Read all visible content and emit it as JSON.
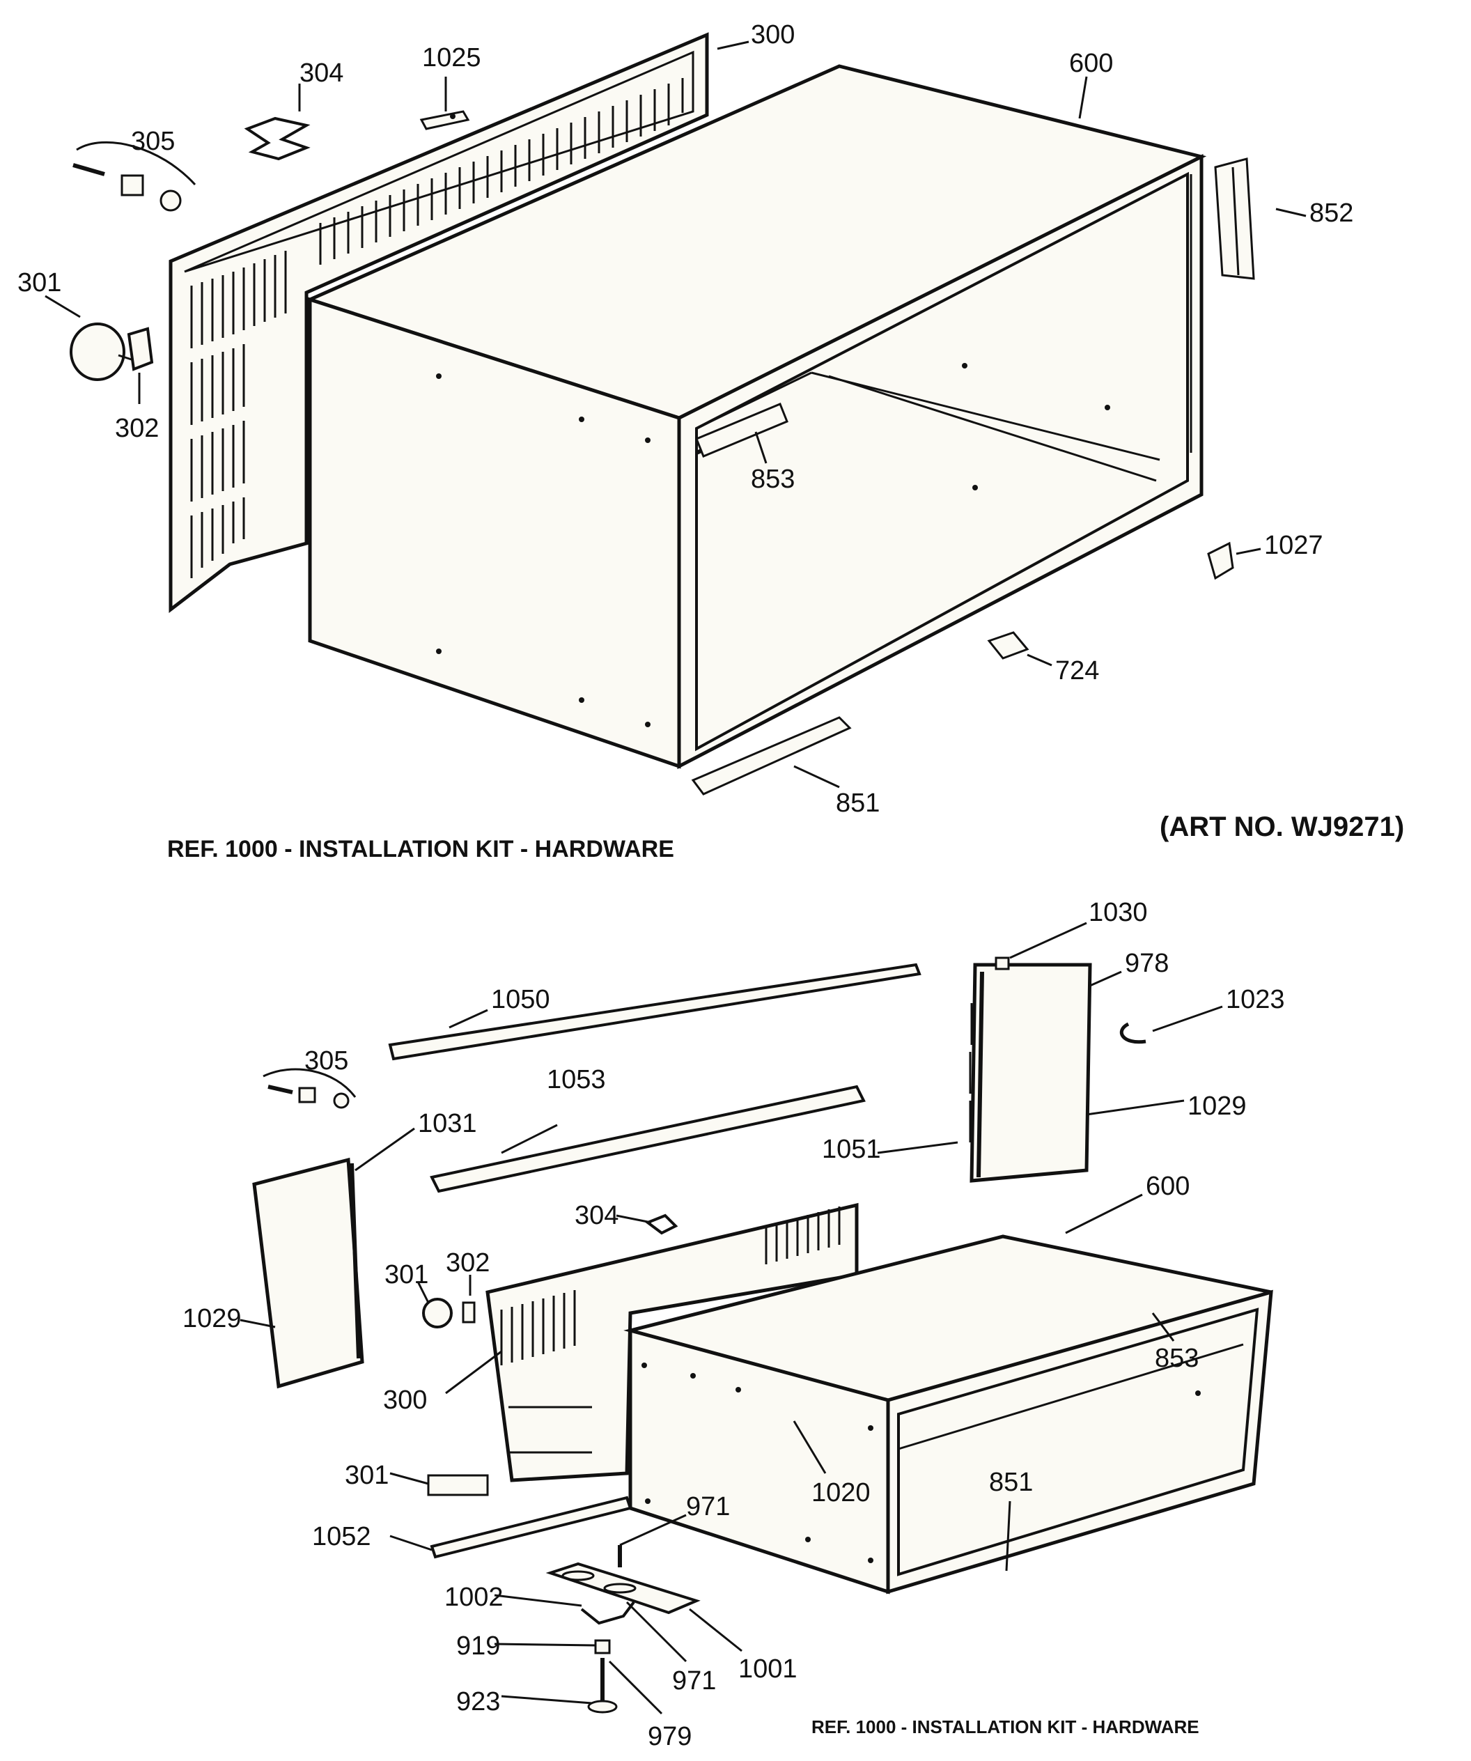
{
  "top_diagram": {
    "caption": "REF. 1000 - INSTALLATION KIT - HARDWARE",
    "art_no": "(ART NO. WJ9271)",
    "labels": {
      "p300": "300",
      "p304": "304",
      "p1025": "1025",
      "p600": "600",
      "p305": "305",
      "p852": "852",
      "p301": "301",
      "p302": "302",
      "p853": "853",
      "p1027": "1027",
      "p724": "724",
      "p851": "851"
    }
  },
  "bottom_diagram": {
    "caption": "REF. 1000 - INSTALLATION KIT - HARDWARE",
    "labels": {
      "p1030": "1030",
      "p978": "978",
      "p1050": "1050",
      "p1023": "1023",
      "p305": "305",
      "p1053": "1053",
      "p1029_right": "1029",
      "p1031": "1031",
      "p1051": "1051",
      "p600": "600",
      "p304": "304",
      "p302": "302",
      "p301_top": "301",
      "p1029_left": "1029",
      "p853": "853",
      "p300": "300",
      "p301_bottom": "301",
      "p1020": "1020",
      "p851": "851",
      "p971_top": "971",
      "p1052": "1052",
      "p1002": "1002",
      "p919": "919",
      "p971_bottom": "971",
      "p1001": "1001",
      "p923": "923",
      "p979": "979"
    }
  }
}
